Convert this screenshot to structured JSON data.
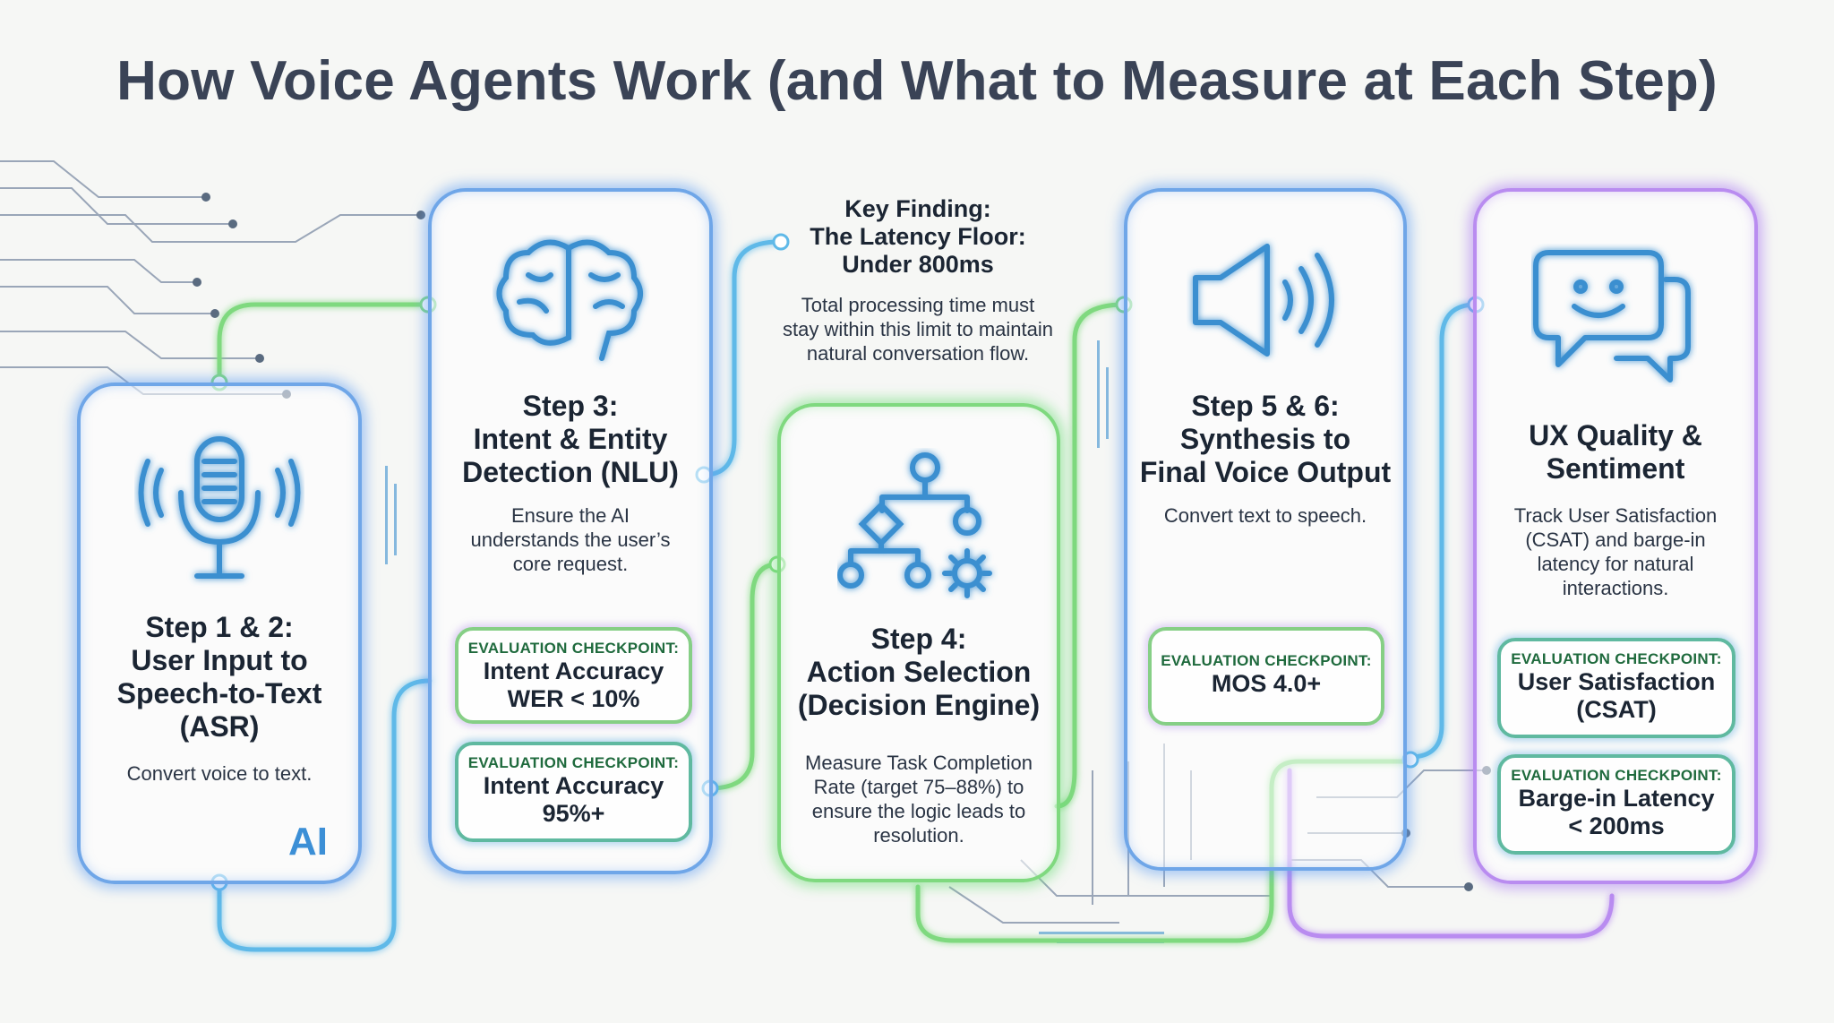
{
  "title": "How Voice Agents Work (and What to Measure at Each Step)",
  "key_finding": {
    "heading_line1": "Key Finding:",
    "heading_line2": "The Latency Floor:",
    "heading_line3": "Under 800ms",
    "body_line1": "Total processing time must",
    "body_line2": "stay within this limit to maintain",
    "body_line3": "natural conversation flow."
  },
  "step1": {
    "title_line1": "Step 1 & 2:",
    "title_line2": "User Input to",
    "title_line3": "Speech-to-Text",
    "title_line4": "(ASR)",
    "desc": "Convert voice to text.",
    "badge": "AI",
    "icon": "microphone-icon"
  },
  "step3": {
    "title_line1": "Step 3:",
    "title_line2": "Intent & Entity",
    "title_line3": "Detection (NLU)",
    "desc_line1": "Ensure the AI",
    "desc_line2": "understands the user’s",
    "desc_line3": "core request.",
    "icon": "brain-icon",
    "checkpoints": [
      {
        "label": "EVALUATION CHECKPOINT:",
        "value_line1": "Intent Accuracy",
        "value_line2": "WER < 10%"
      },
      {
        "label": "EVALUATION CHECKPOINT:",
        "value_line1": "Intent Accuracy",
        "value_line2": "95%+"
      }
    ]
  },
  "step4": {
    "title_line1": "Step 4:",
    "title_line2": "Action Selection",
    "title_line3": "(Decision Engine)",
    "desc_line1": "Measure Task Completion",
    "desc_line2": "Rate (target 75–88%) to",
    "desc_line3": "ensure the logic leads to",
    "desc_line4": "resolution.",
    "icon": "decision-tree-gear-icon"
  },
  "step5": {
    "title_line1": "Step 5 & 6:",
    "title_line2": "Synthesis to",
    "title_line3": "Final Voice Output",
    "desc": "Convert text to speech.",
    "icon": "speaker-icon",
    "checkpoint": {
      "label": "EVALUATION CHECKPOINT:",
      "value": "MOS 4.0+"
    }
  },
  "step7": {
    "title_line1": "UX Quality &",
    "title_line2": "Sentiment",
    "desc_line1": "Track User Satisfaction",
    "desc_line2": "(CSAT) and barge-in",
    "desc_line3": "latency for natural",
    "desc_line4": "interactions.",
    "icon": "chat-smile-icon",
    "checkpoints": [
      {
        "label": "EVALUATION CHECKPOINT:",
        "value_line1": "User Satisfaction",
        "value_line2": "(CSAT)"
      },
      {
        "label": "EVALUATION CHECKPOINT:",
        "value_line1": "Barge-in Latency",
        "value_line2": "< 200ms"
      }
    ]
  },
  "colors": {
    "blue": "#6fa6e8",
    "green": "#7fd97f",
    "purple": "#b98cf0",
    "title": "#3a4356"
  }
}
